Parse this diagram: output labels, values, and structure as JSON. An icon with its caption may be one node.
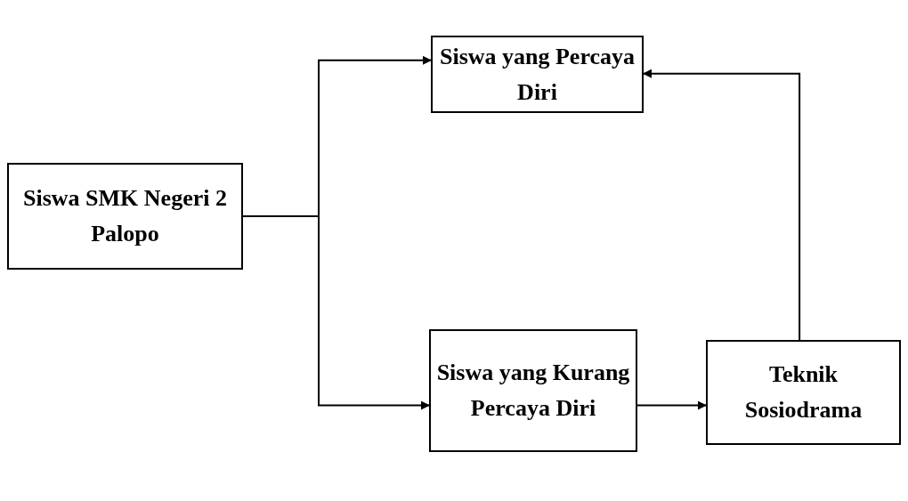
{
  "diagram": {
    "nodes": [
      {
        "text": [
          "Siswa SMK Negeri 2 Palopo"
        ]
      },
      {
        "text": [
          "Siswa yang Percaya Diri"
        ]
      },
      {
        "text": [
          "Siswa yang Kurang Percaya Diri"
        ]
      },
      {
        "text": [
          "Teknik Sosiodrama"
        ]
      }
    ],
    "edges": [
      {
        "from": 0,
        "to": 1,
        "arrow": "to"
      },
      {
        "from": 0,
        "to": 2,
        "arrow": "to"
      },
      {
        "from": 2,
        "to": 3,
        "arrow": "to"
      },
      {
        "from": 3,
        "to": 1,
        "arrow": "to"
      }
    ]
  }
}
